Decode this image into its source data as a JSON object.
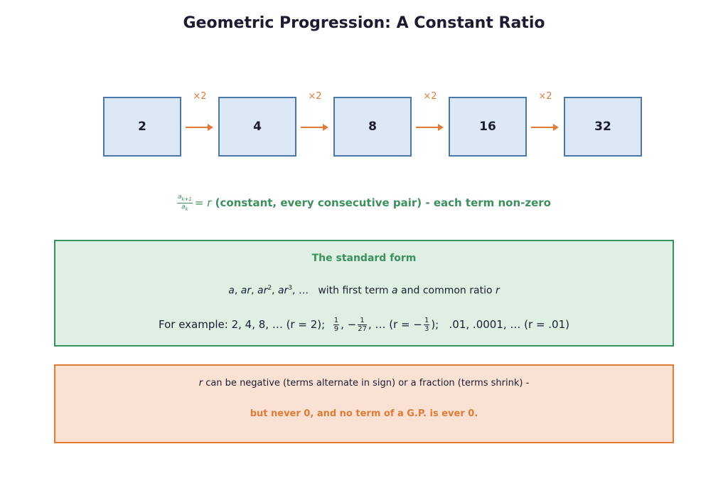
{
  "title": "Geometric Progression: A Constant Ratio",
  "terms": [
    "2",
    "4",
    "8",
    "16",
    "32"
  ],
  "multiplier_label": "×2",
  "colors": {
    "term_fill": "#dce8f5",
    "term_border": "#4a78ad",
    "arrow": "#e07b39",
    "green": "#3d8f5e",
    "green_fill": "#def0e4",
    "orange": "#e07b39",
    "orange_fill": "#f9e2d3"
  },
  "ratio_rule": {
    "frac_num": "a",
    "frac_num_sub": "k+1",
    "frac_den": "a",
    "frac_den_sub": "k",
    "equals": "= ",
    "r": "r",
    "text": " (constant, every consecutive pair) - each term non-zero"
  },
  "standard_form": {
    "heading": "The standard form",
    "sequence_a": "a",
    "sep1": ", ",
    "sequence_ar": "ar",
    "sep2": ", ",
    "sequence_ar2": "ar",
    "exp2": "2",
    "sep3": ", ",
    "sequence_ar3": "ar",
    "exp3": "3",
    "ellipsis": ", …",
    "with_text": "with first term",
    "a_var": "a",
    "and_text": "and common ratio",
    "r_var": "r",
    "example_prefix": "For example: ",
    "example1": "2, 4, 8, … (r = 2);",
    "ex2_frac1_num": "1",
    "ex2_frac1_den": "9",
    "ex2_mid": ", −",
    "ex2_frac2_num": "1",
    "ex2_frac2_den": "27",
    "ex2_tail": ", … (r = −",
    "ex2_frac3_num": "1",
    "ex2_frac3_den": "3",
    "ex2_end": ");",
    "example3": ".01, .0001, … (r = .01)"
  },
  "note": {
    "r_var": "r",
    "line1": " can be negative (terms alternate in sign) or a fraction (terms shrink) -",
    "line2": "but never 0, and no term of a G.P. is ever 0."
  }
}
